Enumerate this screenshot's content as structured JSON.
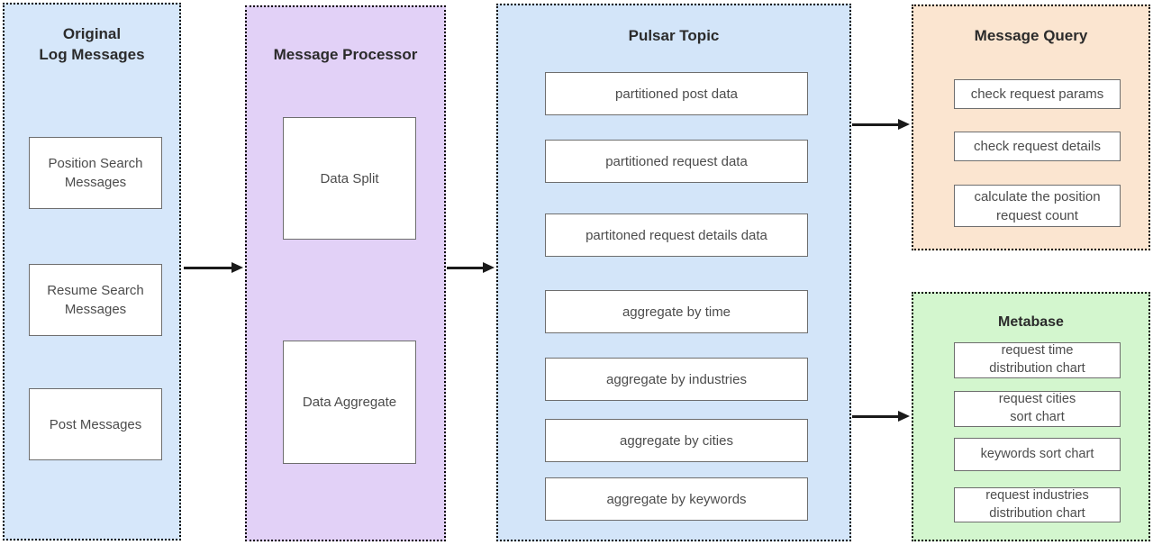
{
  "colors": {
    "log_messages_bg": "#d6e7fa",
    "processor_bg": "#e2d1f7",
    "pulsar_bg": "#d3e5f9",
    "query_bg": "#fbe5d0",
    "metabase_bg": "#d3f6ce",
    "node_bg": "#ffffff",
    "node_border": "#6e6e6e",
    "group_border": "#000000",
    "arrow": "#1a1a1a"
  },
  "groups": [
    {
      "id": "original-log-messages",
      "title": "Original\nLog Messages",
      "bg": "#d6e7fa",
      "items": [
        {
          "label": "Position Search\nMessages"
        },
        {
          "label": "Resume Search\nMessages"
        },
        {
          "label": "Post Messages"
        }
      ]
    },
    {
      "id": "message-processor",
      "title": "Message Processor",
      "bg": "#e2d1f7",
      "items": [
        {
          "label": "Data Split"
        },
        {
          "label": "Data Aggregate"
        }
      ]
    },
    {
      "id": "pulsar-topic",
      "title": "Pulsar Topic",
      "bg": "#d3e5f9",
      "items": [
        {
          "label": "partitioned post data"
        },
        {
          "label": "partitioned request data"
        },
        {
          "label": "partitoned request details data"
        },
        {
          "label": "aggregate by time"
        },
        {
          "label": "aggregate by industries"
        },
        {
          "label": "aggregate by cities"
        },
        {
          "label": "aggregate by keywords"
        }
      ]
    },
    {
      "id": "message-query",
      "title": "Message Query",
      "bg": "#fbe5d0",
      "items": [
        {
          "label": "check request params"
        },
        {
          "label": "check request details"
        },
        {
          "label": "calculate the position\nrequest count"
        }
      ]
    },
    {
      "id": "metabase",
      "title": "Metabase",
      "bg": "#d3f6ce",
      "items": [
        {
          "label": "request time\ndistribution chart"
        },
        {
          "label": "request cities\nsort chart"
        },
        {
          "label": "keywords sort chart"
        },
        {
          "label": "request industries\ndistribution chart"
        }
      ]
    }
  ],
  "connections": [
    {
      "from": "original-log-messages",
      "to": "message-processor"
    },
    {
      "from": "message-processor",
      "to": "pulsar-topic"
    },
    {
      "from": "pulsar-topic",
      "to": "message-query"
    },
    {
      "from": "pulsar-topic",
      "to": "metabase"
    }
  ]
}
